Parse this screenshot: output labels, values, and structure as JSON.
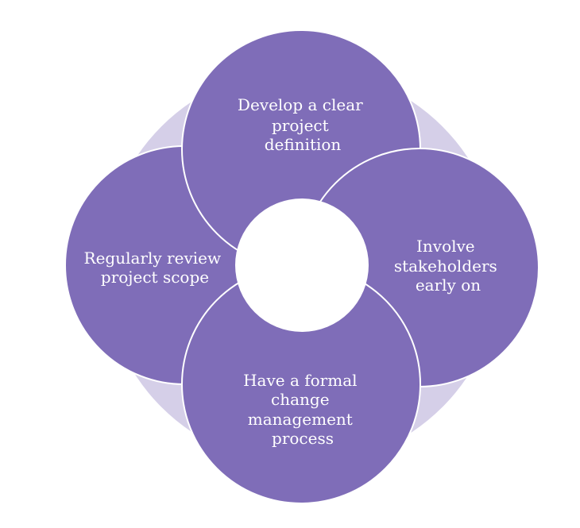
{
  "colors": {
    "background_ring": "#d5cfe8",
    "node_fill": "#7f6db8",
    "node_stroke": "#ffffff",
    "center_fill": "#ffffff",
    "label_color": "#ffffff"
  },
  "nodes": {
    "top": {
      "lines": [
        "Develop a clear",
        "project",
        "definition"
      ]
    },
    "right": {
      "lines": [
        "Involve",
        "stakeholders",
        "early on"
      ]
    },
    "bottom": {
      "lines": [
        "Have a formal",
        "change",
        "management",
        "process"
      ]
    },
    "left": {
      "lines": [
        "Regularly review",
        "project scope"
      ]
    }
  }
}
